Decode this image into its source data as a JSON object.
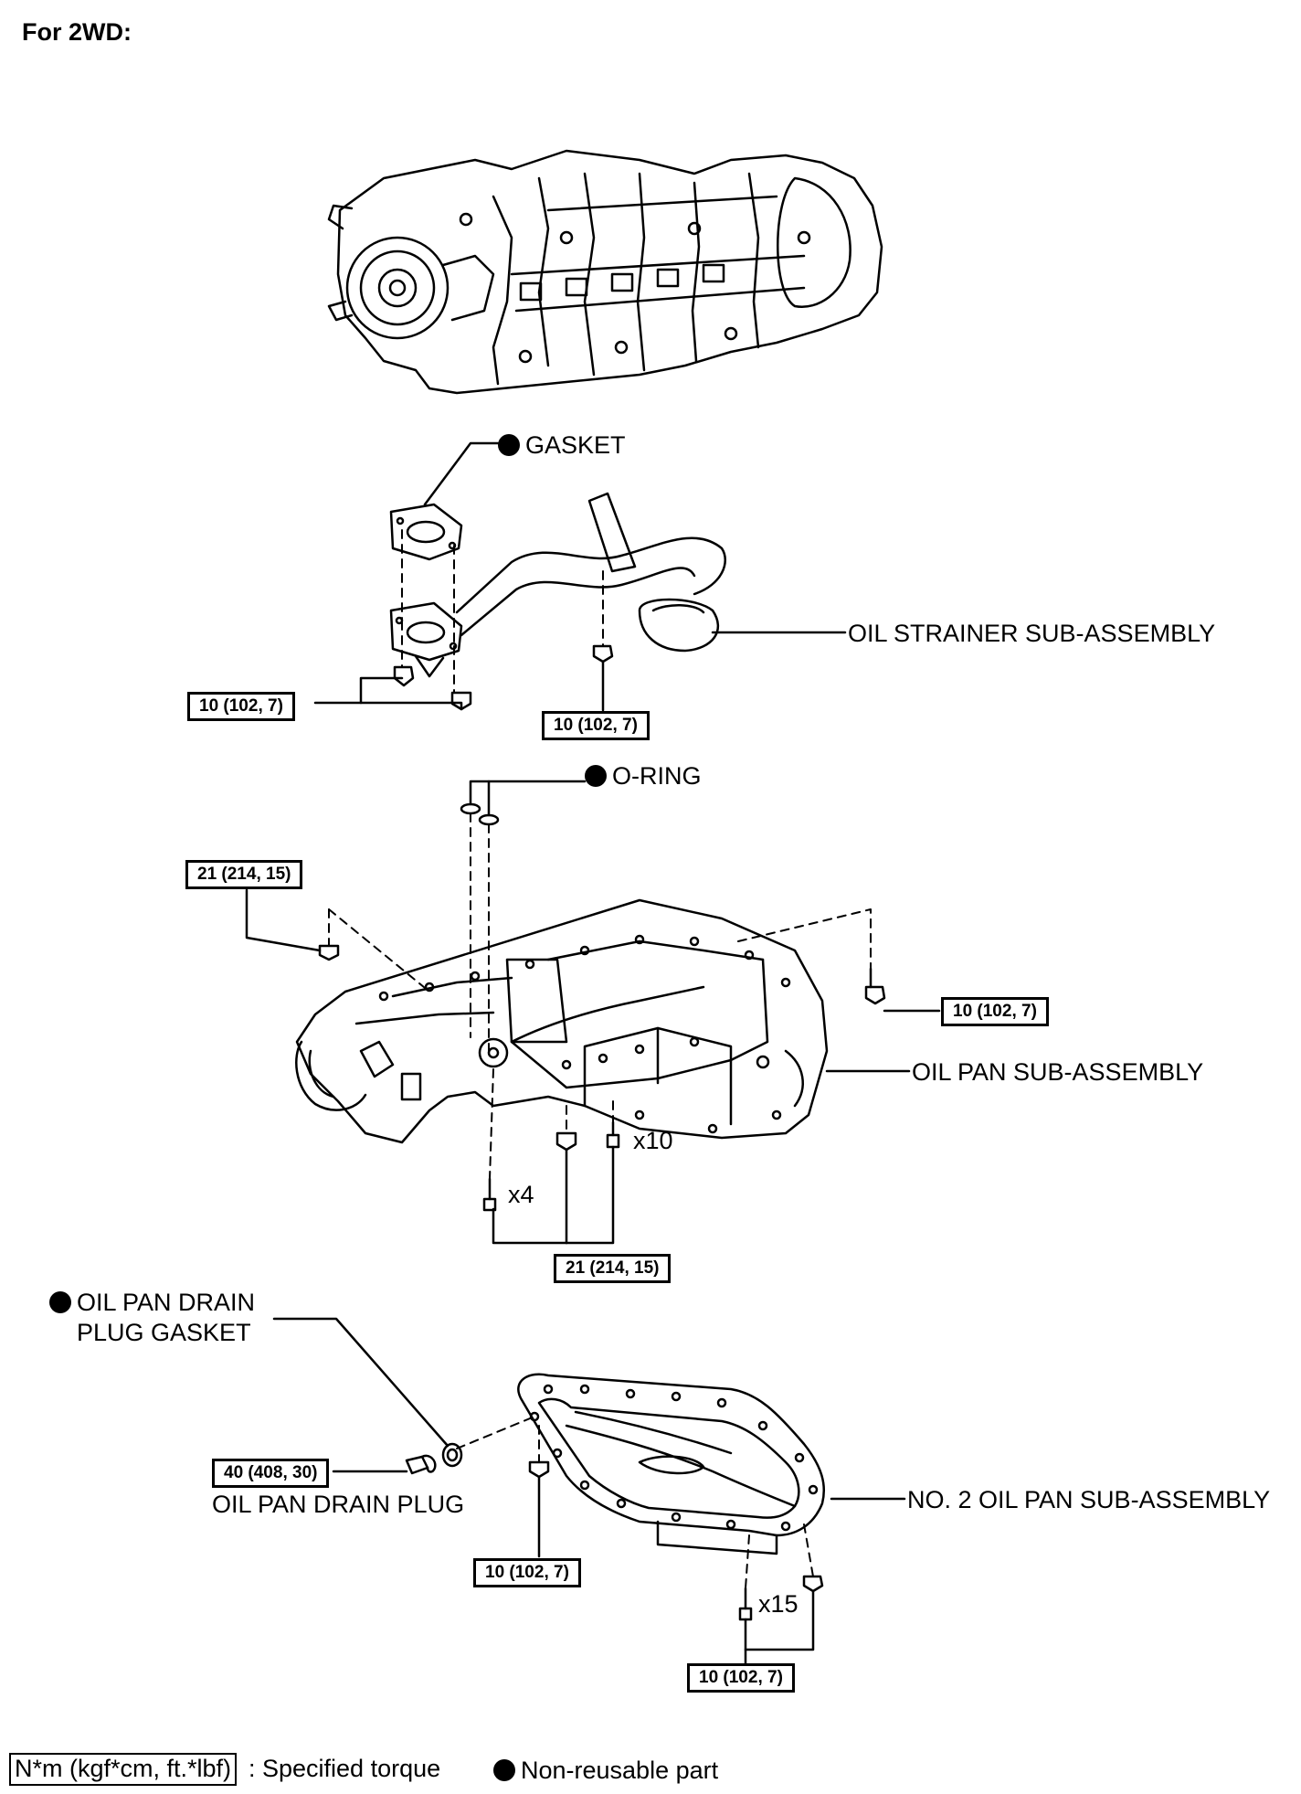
{
  "title": "For 2WD:",
  "labels": {
    "gasket": "GASKET",
    "oil_strainer": "OIL STRAINER SUB-ASSEMBLY",
    "o_ring": "O-RING",
    "oil_pan": "OIL PAN SUB-ASSEMBLY",
    "drain_plug_gasket_line1": "OIL PAN DRAIN",
    "drain_plug_gasket_line2": "PLUG GASKET",
    "drain_plug": "OIL PAN DRAIN PLUG",
    "no2_oil_pan": "NO. 2 OIL PAN SUB-ASSEMBLY"
  },
  "quantities": {
    "x10": "x10",
    "x4": "x4",
    "x15": "x15"
  },
  "torques": {
    "strainer_left": "10 (102, 7)",
    "strainer_center": "10 (102, 7)",
    "pan_top_left": "21 (214, 15)",
    "pan_right": "10 (102, 7)",
    "pan_bottom": "21 (214, 15)",
    "drain_plug": "40 (408, 30)",
    "no2_pan_left": "10 (102, 7)",
    "no2_pan_right": "10 (102, 7)"
  },
  "legend": {
    "torque_unit": "N*m (kgf*cm, ft.*lbf)",
    "torque_desc": ": Specified torque",
    "nonreusable_desc": "Non-reusable part"
  }
}
